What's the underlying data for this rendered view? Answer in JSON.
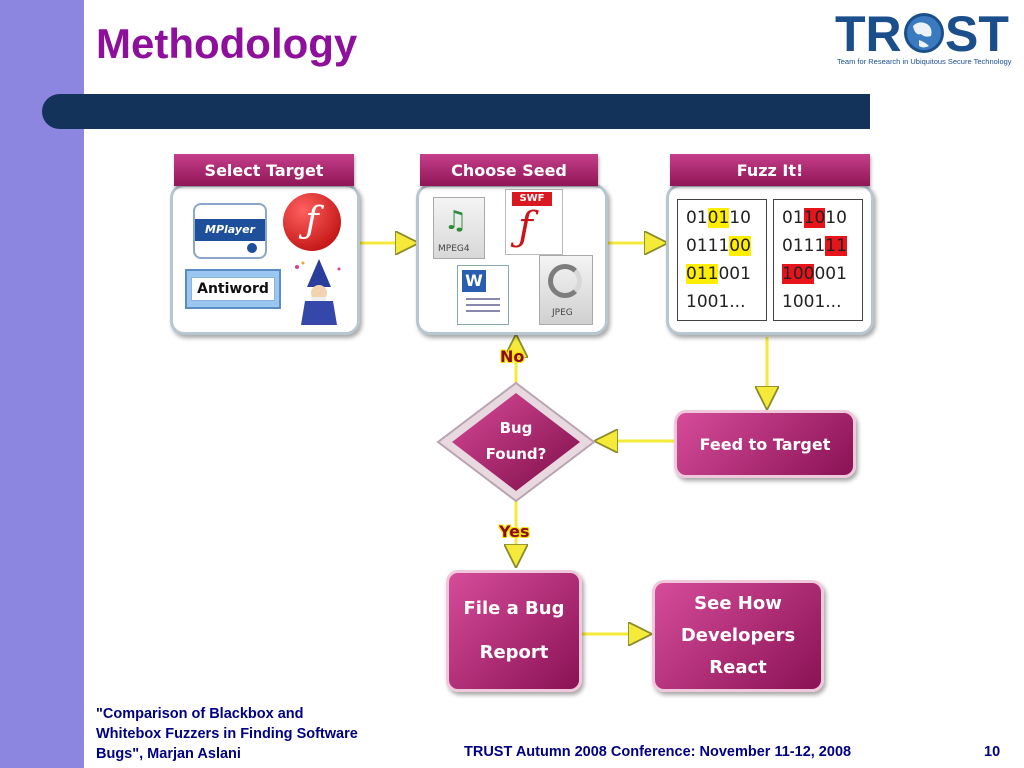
{
  "slide": {
    "title": "Methodology",
    "logo_text": "TRUST",
    "logo_subtitle": "Team for Research in Ubiquitous Secure Technology"
  },
  "diagram": {
    "select_target": {
      "label": "Select Target",
      "mplayer": "MPlayer",
      "antiword": "Antiword"
    },
    "choose_seed": {
      "label": "Choose Seed",
      "mpeg4": "MPEG4",
      "swf": "SWF",
      "jpeg": "JPEG"
    },
    "fuzz_it": {
      "label": "Fuzz It!",
      "left_lines": [
        [
          {
            "t": "01",
            "h": ""
          },
          {
            "t": "01",
            "h": "y"
          },
          {
            "t": "10",
            "h": ""
          }
        ],
        [
          {
            "t": "0111",
            "h": ""
          },
          {
            "t": "00",
            "h": "y"
          }
        ],
        [
          {
            "t": "011",
            "h": "y"
          },
          {
            "t": "001",
            "h": ""
          }
        ],
        [
          {
            "t": "1001...",
            "h": ""
          }
        ]
      ],
      "right_lines": [
        [
          {
            "t": "01",
            "h": ""
          },
          {
            "t": "10",
            "h": "r"
          },
          {
            "t": "10",
            "h": ""
          }
        ],
        [
          {
            "t": "0111",
            "h": ""
          },
          {
            "t": "11",
            "h": "r"
          }
        ],
        [
          {
            "t": "100",
            "h": "r"
          },
          {
            "t": "001",
            "h": ""
          }
        ],
        [
          {
            "t": "1001...",
            "h": ""
          }
        ]
      ]
    },
    "feed_to_target": "Feed to Target",
    "decision": {
      "line1": "Bug",
      "line2": "Found?"
    },
    "no_label": "No",
    "yes_label": "Yes",
    "file_bug": {
      "line1": "File a Bug",
      "line2": "Report"
    },
    "see_how": {
      "line1": "See How",
      "line2": "Developers",
      "line3": "React"
    }
  },
  "footer": {
    "citation_line1": "\"Comparison of Blackbox and",
    "citation_line2": "Whitebox Fuzzers in Finding Software",
    "citation_line3": "Bugs\", Marjan Aslani",
    "conference": "TRUST Autumn 2008 Conference: November 11-12, 2008",
    "page_number": "10"
  },
  "colors": {
    "title": "#8e0f9c",
    "left_bar": "#8c86e0",
    "blue_bar": "#13335a",
    "box_pink": "#b3236f",
    "footer_text": "#000082",
    "arrow_yellow": "#f5ea3a"
  }
}
